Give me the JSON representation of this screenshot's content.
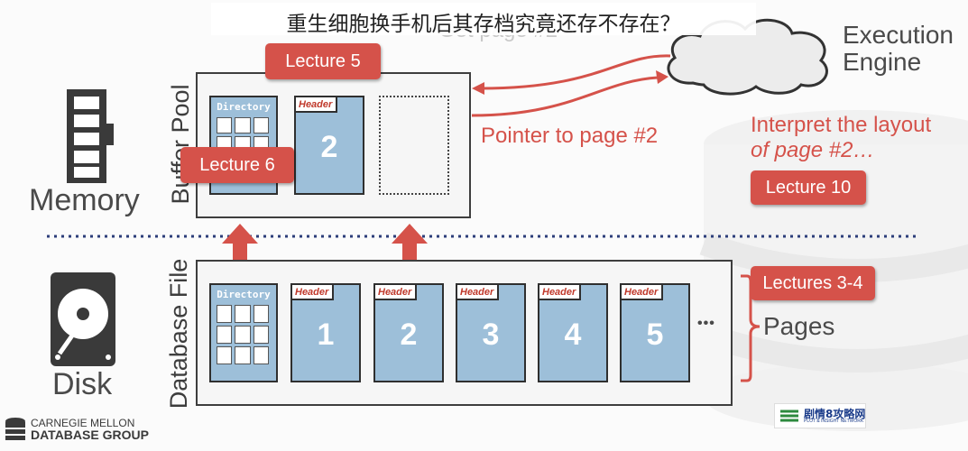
{
  "banner_title": "重生细胞换手机后其存档究竟还存不存在？",
  "ghost_text": "Get page #2",
  "execution_engine": {
    "line1": "Execution",
    "line2": "Engine"
  },
  "buffer_pool": {
    "label": "Buffer Pool",
    "directory_label": "Directory",
    "header_label": "Header",
    "page_number": "2"
  },
  "memory_label": "Memory",
  "disk_label": "Disk",
  "database_file": {
    "label": "Database File",
    "directory_label": "Directory",
    "pages": [
      {
        "header": "Header",
        "number": "1"
      },
      {
        "header": "Header",
        "number": "2"
      },
      {
        "header": "Header",
        "number": "3"
      },
      {
        "header": "Header",
        "number": "4"
      },
      {
        "header": "Header",
        "number": "5"
      }
    ],
    "ellipsis": "•••",
    "pages_label": "Pages"
  },
  "badges": {
    "lecture5": "Lecture 5",
    "lecture6": "Lecture 6",
    "lecture10": "Lecture 10",
    "lectures34": "Lectures 3-4"
  },
  "pointer_label": "Pointer to page #2",
  "interpret": {
    "line1": "Interpret the layout",
    "line2": "of page #2…"
  },
  "footer": {
    "line1": "CARNEGIE MELLON",
    "line2": "DATABASE GROUP"
  },
  "watermark": {
    "title": "剧情8攻略网",
    "sub": "PLOT & INSIGHT NETWORK"
  },
  "colors": {
    "accent_red": "#d5524a",
    "page_blue": "#9dbfd9",
    "dark_gray": "#4a4a4a"
  }
}
